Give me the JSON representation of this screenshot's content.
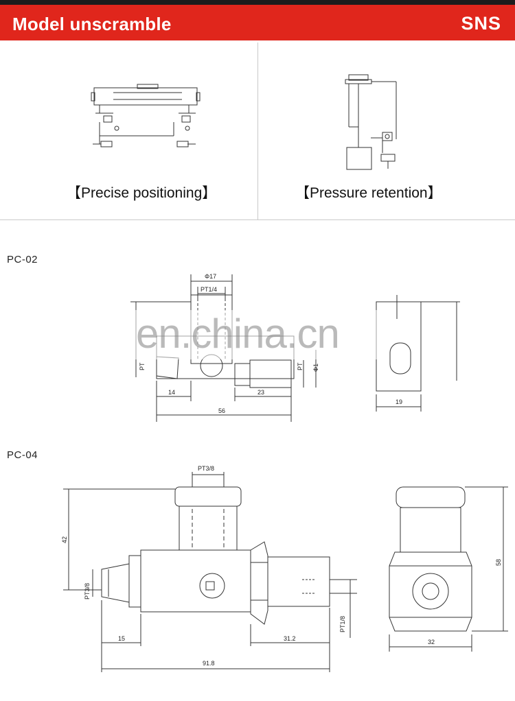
{
  "header": {
    "title": "Model unscramble",
    "brand": "SNS"
  },
  "applications": [
    {
      "caption": "【Precise positioning】"
    },
    {
      "caption": "【Pressure retention】"
    }
  ],
  "models": [
    {
      "name": "PC-02",
      "dims": {
        "phi17": "Φ17",
        "pt14_top": "PT1/4",
        "pt_left": "PT",
        "pt_right": "PT",
        "phi_right": "Φ1",
        "d14": "14",
        "d23": "23",
        "d56": "56",
        "d19": "19"
      }
    },
    {
      "name": "PC-04",
      "dims": {
        "pt38_top": "PT3/8",
        "pt38_left": "PT3/8",
        "pt18_right": "PT1/8",
        "d42": "42",
        "d15": "15",
        "d312": "31.2",
        "d918": "91.8",
        "d58": "58",
        "d32": "32"
      }
    }
  ],
  "watermark": "en.china.cn"
}
